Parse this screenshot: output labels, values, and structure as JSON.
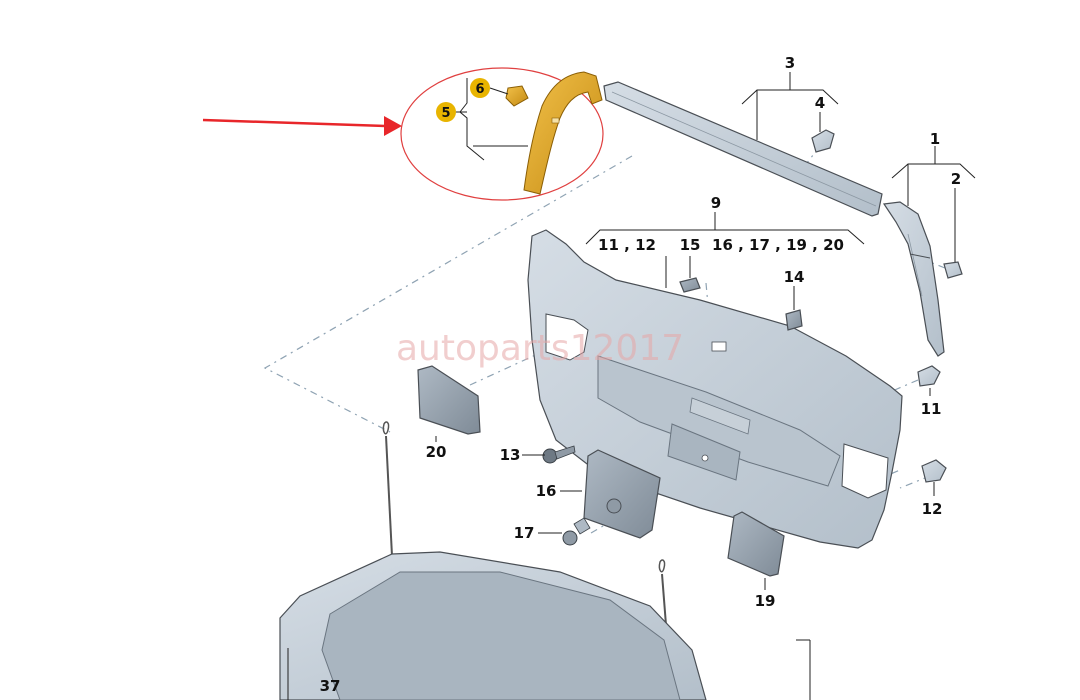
{
  "watermark": "autoparts12017",
  "highlight_color": "#e8b400",
  "arrow_color": "#e8262a",
  "circle_color": "#e04040",
  "part_color": "#c9d3dc",
  "labels": {
    "l1": "1",
    "l2": "2",
    "l3": "3",
    "l4": "4",
    "l5": "5",
    "l6": "6",
    "l9": "9",
    "l11a": "11 , 12",
    "l15": "15",
    "l16group": "16 , 17 , 19 , 20",
    "l14": "14",
    "l11": "11",
    "l12": "12",
    "l13": "13",
    "l16": "16",
    "l17": "17",
    "l19": "19",
    "l20": "20",
    "l37": "37"
  }
}
